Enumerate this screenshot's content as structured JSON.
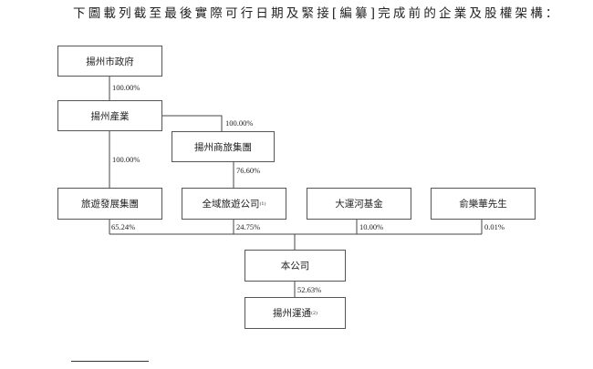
{
  "heading": "下圖載列截至最後實際可行日期及緊接[編纂]完成前的企業及股權架構：",
  "entities": {
    "yangzhou_gov": "揚州市政府",
    "yangzhou_industry": "揚州產業",
    "shanglv_group": "揚州商旅集團",
    "tourism_dev_group": "旅遊發展集團",
    "quanyu_tourism": "全域旅遊公司",
    "quanyu_note": "(1)",
    "grand_canal_fund": "大運河基金",
    "mr_yu": "俞樂華先生",
    "company": "本公司",
    "yangzhou_yuntong": "揚州運通",
    "yuntong_note": "(2)"
  },
  "percentages": {
    "gov_to_industry": "100.00%",
    "industry_to_shanglv": "100.00%",
    "industry_to_tourism_dev": "100.00%",
    "shanglv_to_quanyu": "76.60%",
    "tourism_dev_to_company": "65.24%",
    "quanyu_to_company": "24.75%",
    "fund_to_company": "10.00%",
    "yu_to_company": "0.01%",
    "company_to_yuntong": "52.63%"
  }
}
